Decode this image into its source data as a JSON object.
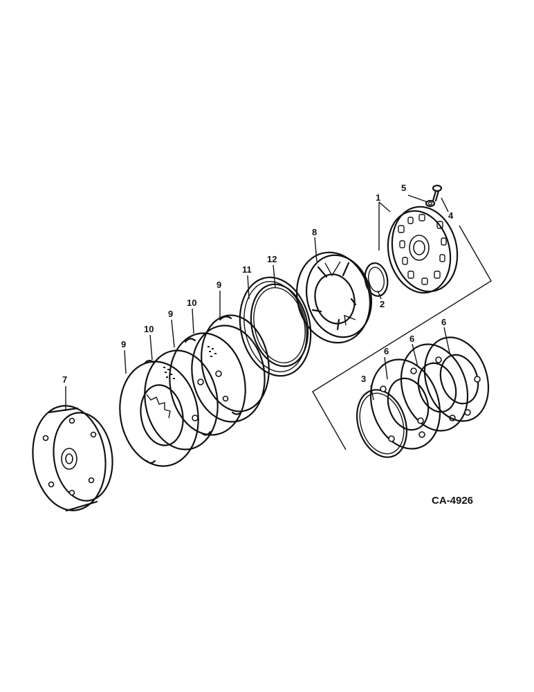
{
  "diagram": {
    "code": "CA-4926",
    "callouts": {
      "c1": "1",
      "c2": "2",
      "c3": "3",
      "c4": "4",
      "c5": "5",
      "c6a": "6",
      "c6b": "6",
      "c6c": "6",
      "c7": "7",
      "c8": "8",
      "c9a": "9",
      "c9b": "9",
      "c9c": "9",
      "c10a": "10",
      "c10b": "10",
      "c11": "11",
      "c12": "12"
    }
  }
}
